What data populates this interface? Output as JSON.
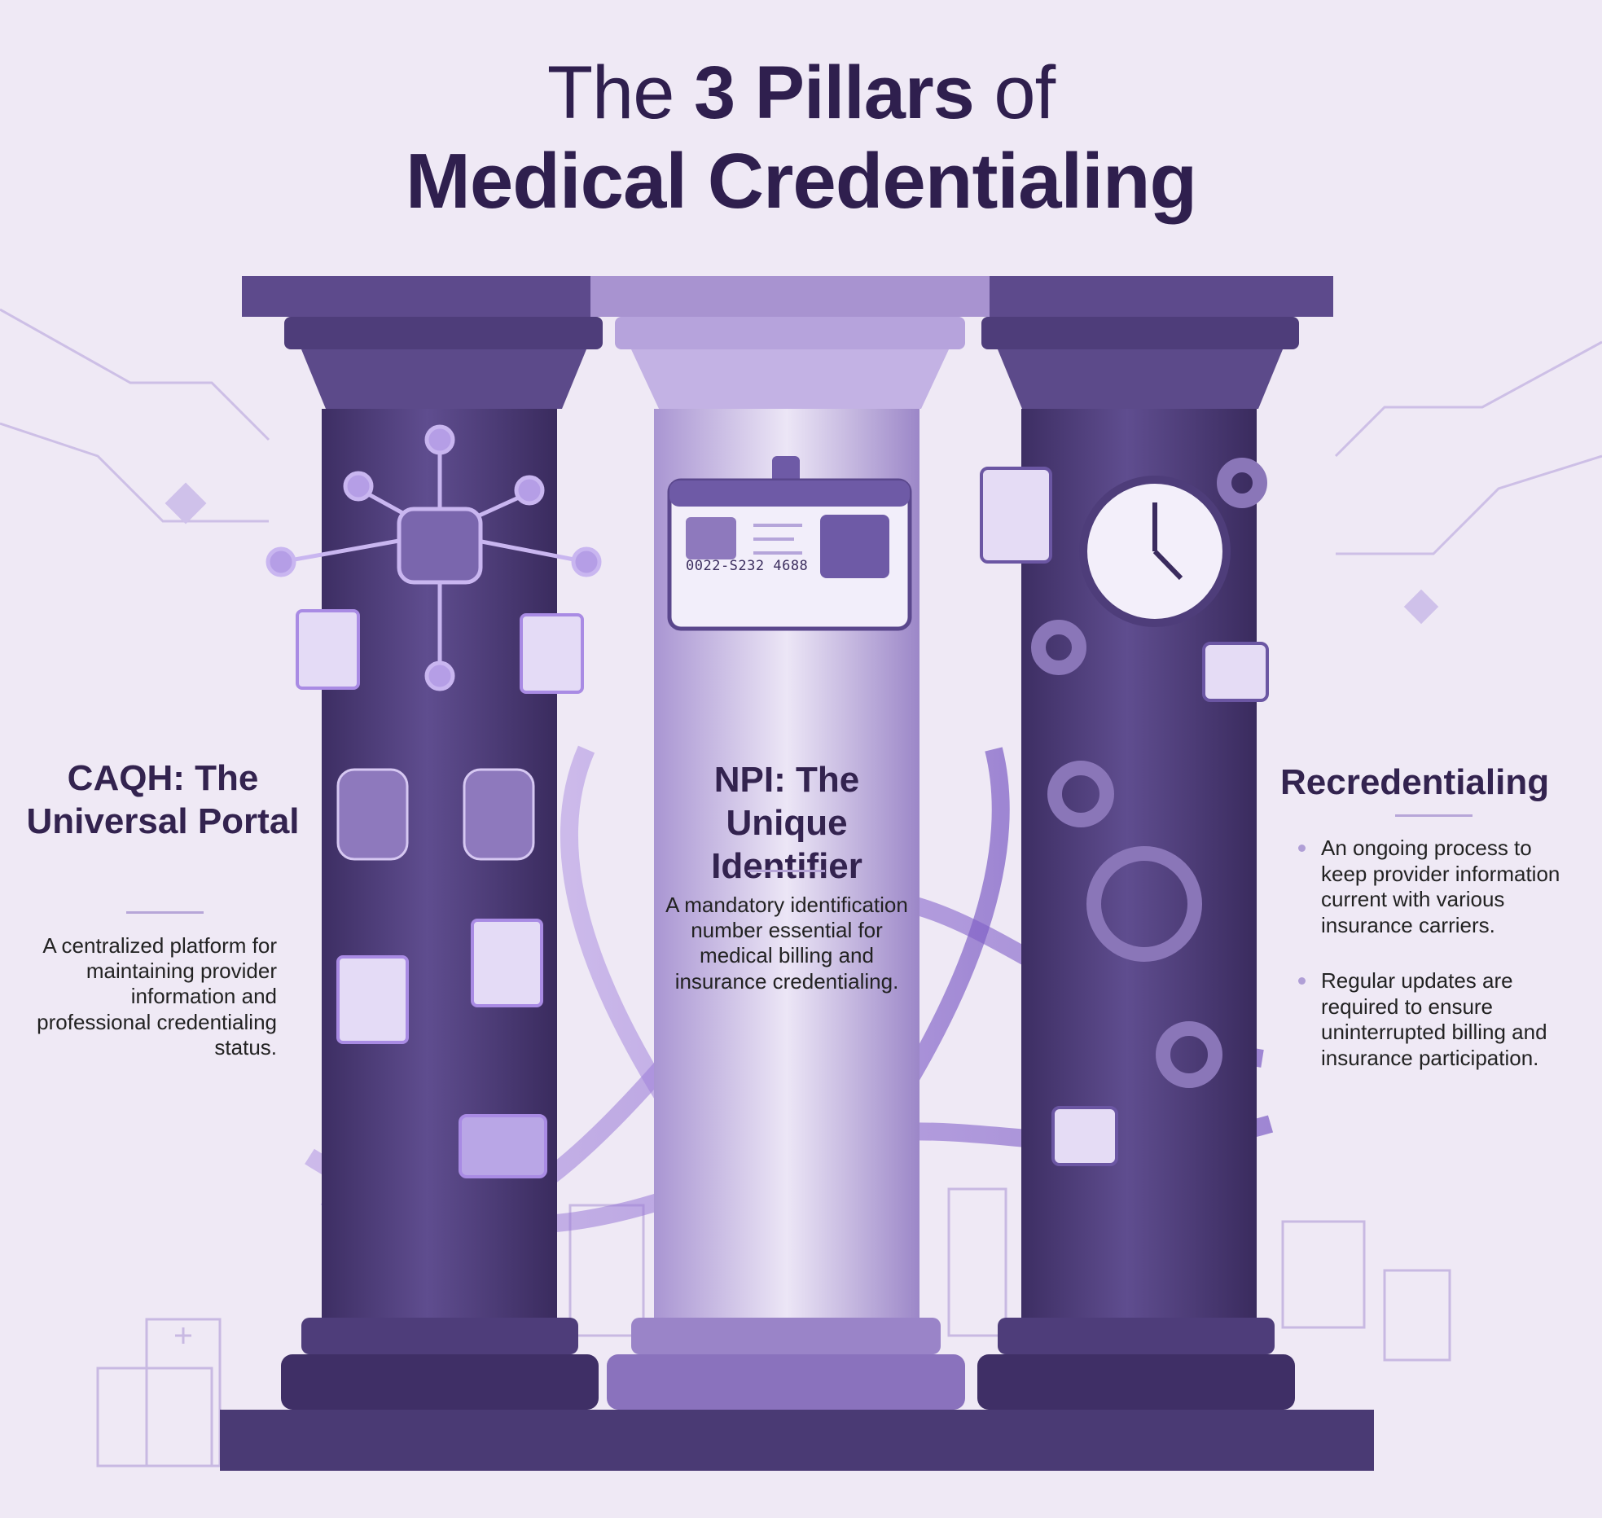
{
  "title": {
    "line1_prefix": "The ",
    "line1_bold": "3 Pillars",
    "line1_suffix": " of",
    "line2": "Medical Credentialing"
  },
  "pillars": [
    {
      "heading": "CAQH: The Universal Portal",
      "body": "A centralized platform for maintaining provider information and professional credentialing status."
    },
    {
      "heading": "NPI: The Unique Identifier",
      "body": "A mandatory identification number essential for medical billing and insurance credentialing.",
      "id_card_number": "0022-S232 4688"
    },
    {
      "heading": "Recredentialing",
      "bullets": [
        "An ongoing process to keep provider information current with various insurance carriers.",
        "Regular updates are required to ensure uninterrupted billing and insurance participation."
      ]
    }
  ],
  "colors": {
    "background": "#efe9f5",
    "title": "#2f1f4e",
    "pillar_dark": "#4e3d7a",
    "pillar_light": "#cbbce6",
    "accent": "#9c7fd6"
  }
}
